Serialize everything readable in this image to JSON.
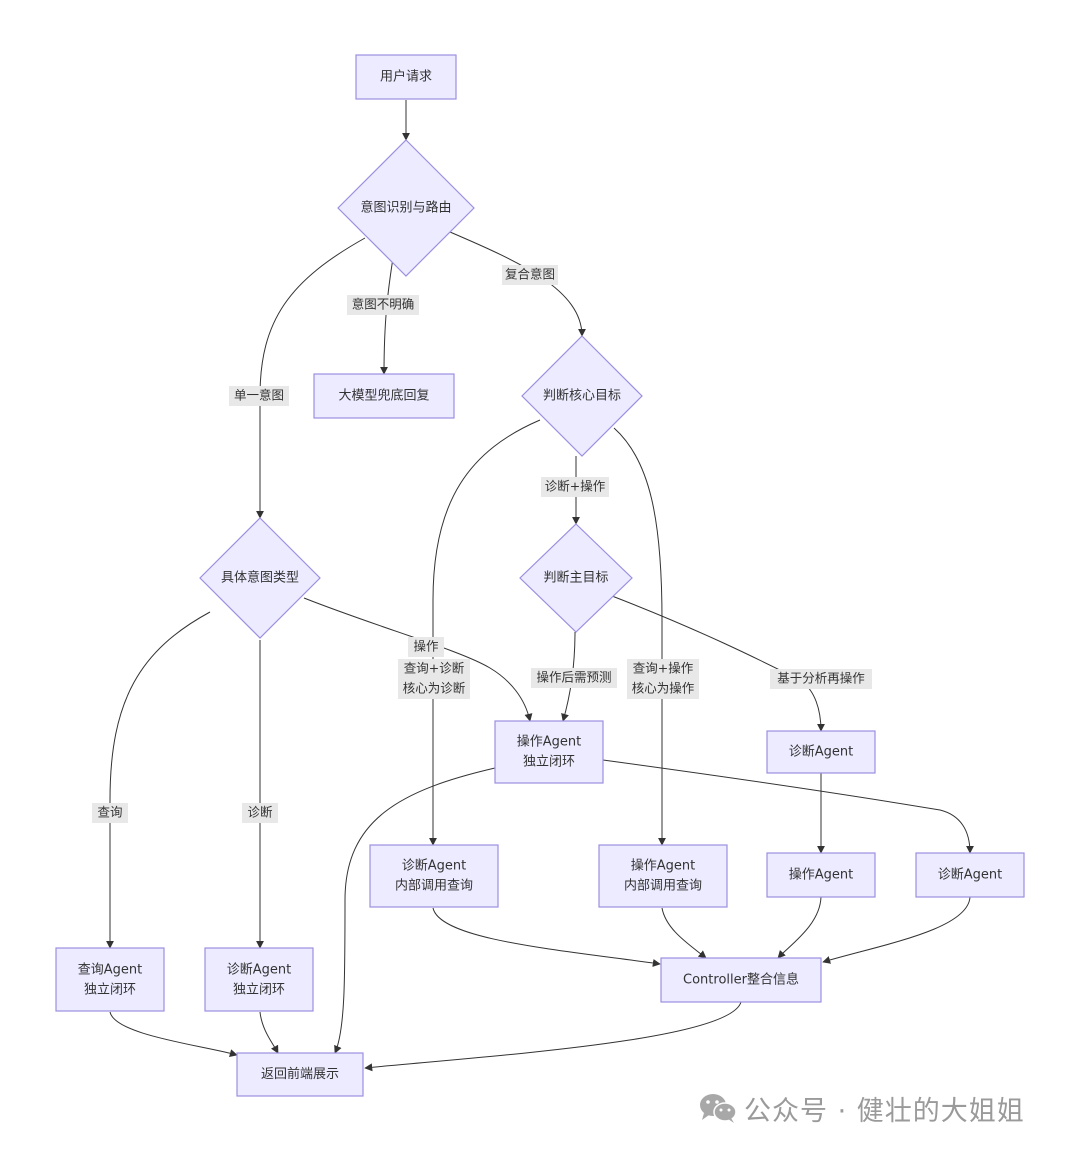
{
  "nodes": {
    "user_request": "用户请求",
    "intent_routing": "意图识别与路由",
    "llm_fallback": "大模型兜底回复",
    "judge_core_goal": "判断核心目标",
    "specific_intent_type": "具体意图类型",
    "judge_main_goal": "判断主目标",
    "op_agent_standalone": [
      "操作Agent",
      "独立闭环"
    ],
    "diag_agent_right": "诊断Agent",
    "diag_agent_internal": [
      "诊断Agent",
      "内部调用查询"
    ],
    "op_agent_internal": [
      "操作Agent",
      "内部调用查询"
    ],
    "op_agent_right": "操作Agent",
    "diag_agent_far": "诊断Agent",
    "query_agent_standalone": [
      "查询Agent",
      "独立闭环"
    ],
    "diag_agent_standalone": [
      "诊断Agent",
      "独立闭环"
    ],
    "controller": "Controller整合信息",
    "frontend": "返回前端展示"
  },
  "edge_labels": {
    "unclear": "意图不明确",
    "compound": "复合意图",
    "single": "单一意图",
    "diag_op": "诊断+操作",
    "operation": "操作",
    "query_diag": [
      "查询+诊断",
      "核心为诊断"
    ],
    "predict_after_op": "操作后需预测",
    "query_op": [
      "查询+操作",
      "核心为操作"
    ],
    "analyze_then_op": "基于分析再操作",
    "query": "查询",
    "diagnose": "诊断"
  },
  "watermark": {
    "text": "公众号 · 健壮的大姐姐",
    "icon": "wechat-icon"
  },
  "colors": {
    "node_fill": "#ecebff",
    "node_stroke": "#9b8fe0",
    "edge": "#333333",
    "label_bg": "#e8e8e8"
  }
}
